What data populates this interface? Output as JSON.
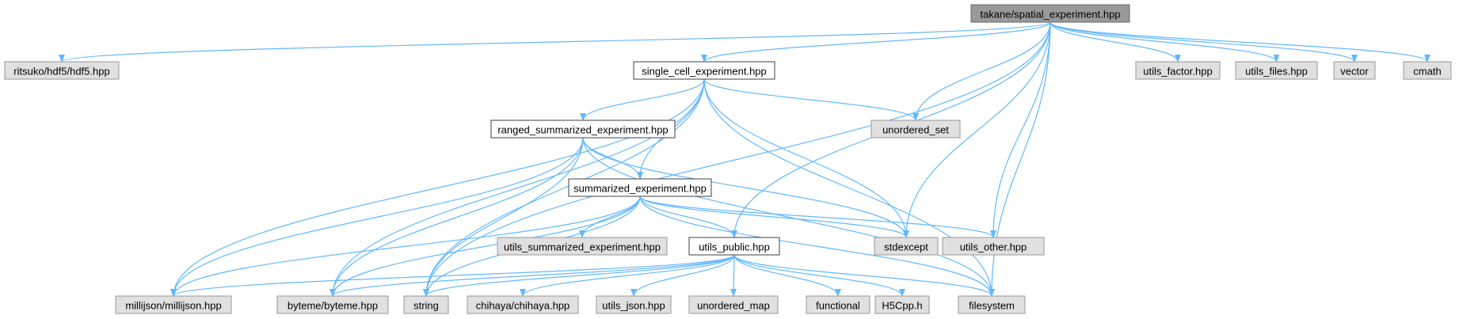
{
  "colors": {
    "edge": "#63b8ff",
    "root_fill": "#999999",
    "root_border": "#666666",
    "internal_fill": "#ffffff",
    "internal_border": "#404040",
    "external_fill": "#e0e0e0",
    "external_border": "#999999"
  },
  "nodes": {
    "spatial": "takane/spatial_experiment.hpp",
    "ritsuko": "ritsuko/hdf5/hdf5.hpp",
    "sce": "single_cell_experiment.hpp",
    "factor": "utils_factor.hpp",
    "files": "utils_files.hpp",
    "vector": "vector",
    "cmath": "cmath",
    "unordered_set": "unordered_set",
    "rse": "ranged_summarized_experiment.hpp",
    "se": "summarized_experiment.hpp",
    "use": "utils_summarized_experiment.hpp",
    "public": "utils_public.hpp",
    "stdexcept": "stdexcept",
    "other": "utils_other.hpp",
    "millijson": "millijson/millijson.hpp",
    "byteme": "byteme/byteme.hpp",
    "string": "string",
    "chihaya": "chihaya/chihaya.hpp",
    "json": "utils_json.hpp",
    "unordered_map": "unordered_map",
    "functional": "functional",
    "h5cpp": "H5Cpp.h",
    "filesystem": "filesystem"
  }
}
